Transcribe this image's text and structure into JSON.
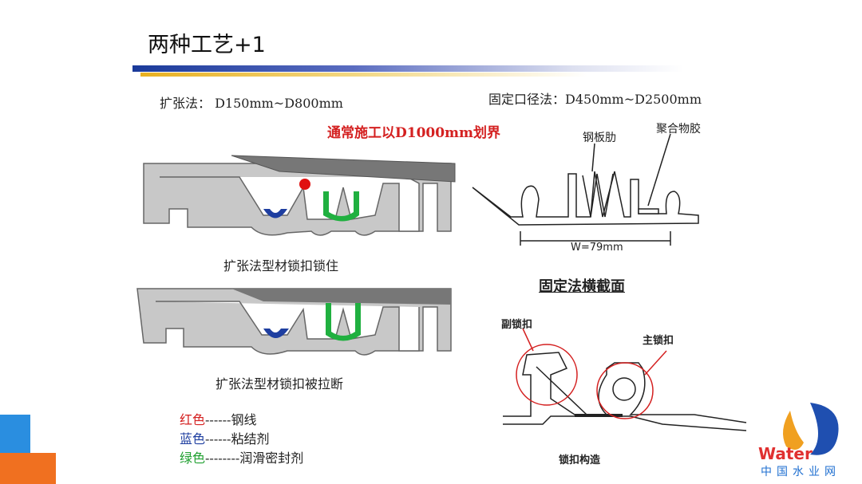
{
  "title": "两种工艺+1",
  "expansion_method": "扩张法：  D150mm~D800mm",
  "fixed_method": "固定口径法：D450mm~D2500mm",
  "boundary_note": "通常施工以D1000mm划界",
  "labels": {
    "steel_rib": "钢板肋",
    "polymer_glue": "聚合物胶",
    "width": "W=79mm",
    "fixed_cross_section": "固定法横截面",
    "locked_caption": "扩张法型材锁扣锁住",
    "broken_caption": "扩张法型材锁扣被拉断",
    "secondary_lock": "副锁扣",
    "main_lock": "主锁扣",
    "lock_structure": "锁扣构造"
  },
  "legend": [
    {
      "color_name": "红色",
      "sep": "------",
      "meaning": "钢线",
      "color": "#d42020"
    },
    {
      "color_name": "蓝色",
      "sep": "------",
      "meaning": "粘结剂",
      "color": "#1e3ea0"
    },
    {
      "color_name": "绿色",
      "sep": "--------",
      "meaning": "润滑密封剂",
      "color": "#20a030"
    }
  ],
  "logo": {
    "text": "Water",
    "sub": "中国水业网"
  },
  "colors": {
    "blue_bar": "#1a3a9a",
    "gold_bar": "#e8b020",
    "corner_blue": "#2a8ee0",
    "corner_orange": "#f07020"
  }
}
